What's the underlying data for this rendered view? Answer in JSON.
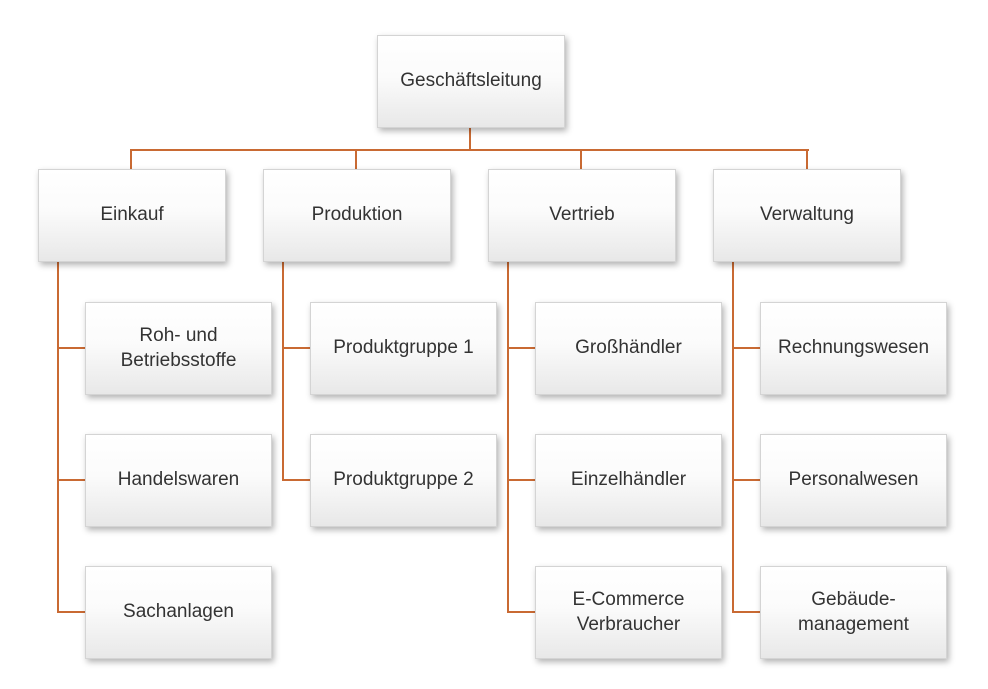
{
  "colors": {
    "connector": "#c96a33",
    "node_border": "#d4d4d4",
    "node_text": "#333333"
  },
  "org": {
    "root": {
      "label": "Geschäftsleitung"
    },
    "departments": [
      {
        "label": "Einkauf",
        "children": [
          "Roh- und\nBetriebsstoffe",
          "Handelswaren",
          "Sachanlagen"
        ]
      },
      {
        "label": "Produktion",
        "children": [
          "Produktgruppe 1",
          "Produktgruppe 2"
        ]
      },
      {
        "label": "Vertrieb",
        "children": [
          "Großhändler",
          "Einzelhändler",
          "E-Commerce\nVerbraucher"
        ]
      },
      {
        "label": "Verwaltung",
        "children": [
          "Rechnungswesen",
          "Personalwesen",
          "Gebäude-\nmanagement"
        ]
      }
    ]
  }
}
